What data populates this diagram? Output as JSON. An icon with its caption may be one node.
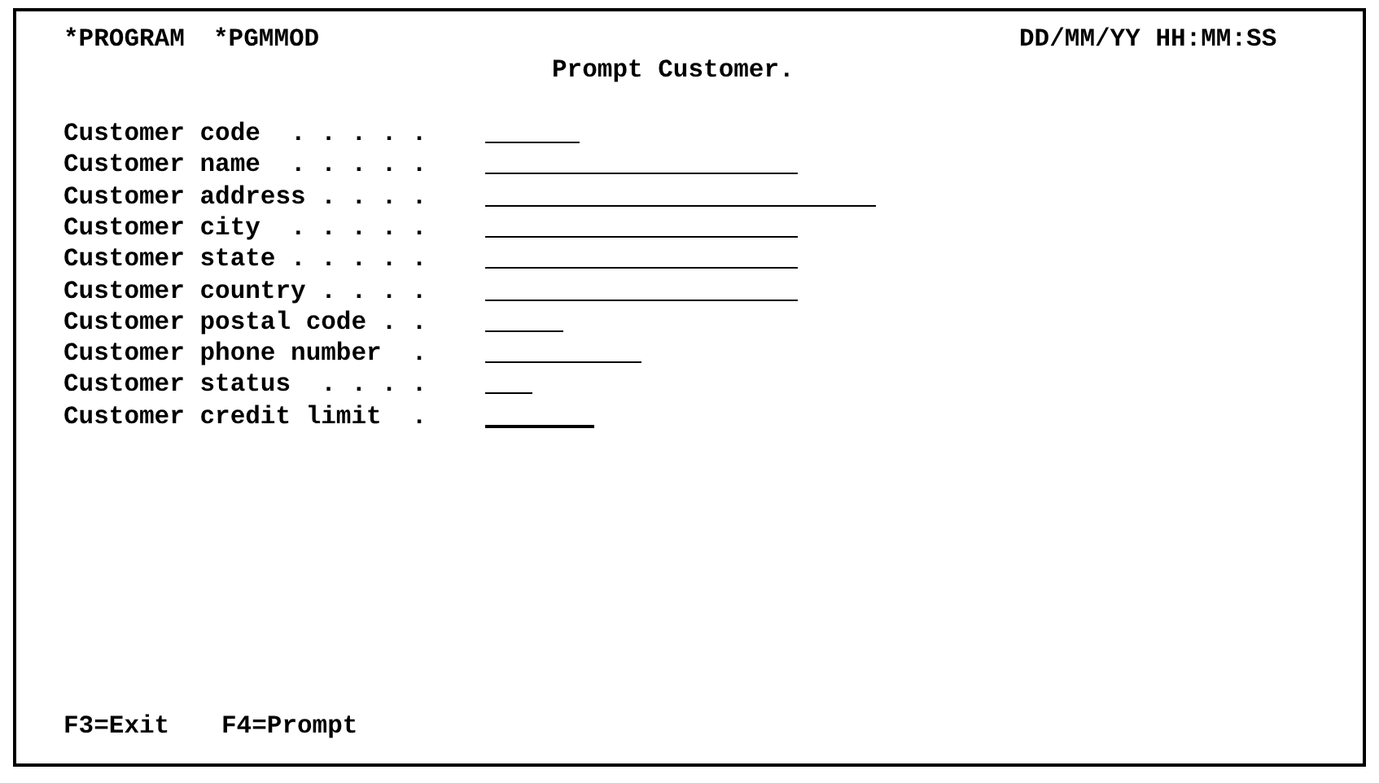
{
  "diagram": {
    "title": "Prompt Customer.",
    "labels": [
      "*PROGRAM",
      "*PGMMOD",
      "DD/MM/YY HH:MM:SS",
      "Customer code  . . . . .",
      "Customer name  . . . . .",
      "Customer address . . . .",
      "Customer city  . . . . .",
      "Customer state . . . . .",
      "Customer country . . . .",
      "Customer postal code . .",
      "Customer phone number  .",
      "Customer status  . . . .",
      "Customer credit limit  .",
      "F3=Exit",
      "F4=Prompt"
    ]
  }
}
